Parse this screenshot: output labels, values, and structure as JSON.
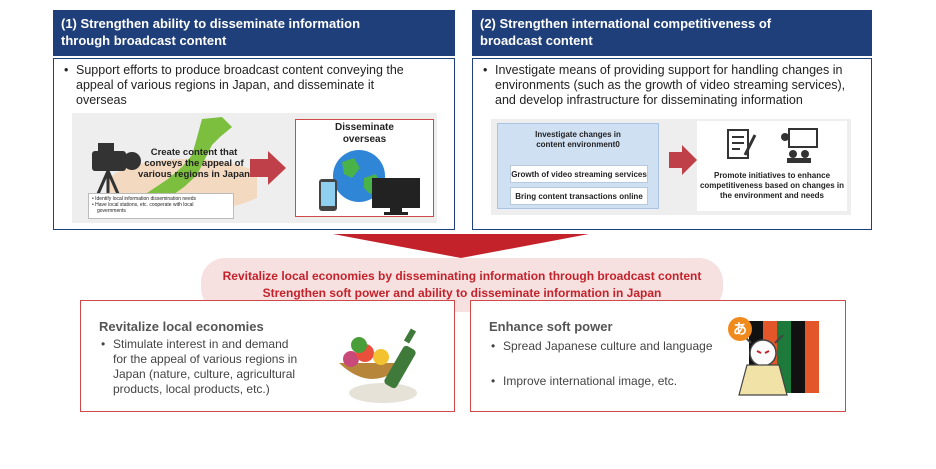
{
  "left": {
    "header": [
      "(1) Strengthen ability to disseminate information",
      "through broadcast content"
    ],
    "bullet": [
      "Support efforts to produce broadcast content conveying the",
      "appeal of various regions in Japan, and disseminate it",
      "overseas"
    ],
    "create_label": [
      "Create content that",
      "conveys the appeal of",
      "various regions in Japan"
    ],
    "notes": [
      "• Identify local information dissemination needs",
      "• Have local stations, etc. cooperate with local",
      "governments"
    ],
    "disseminate_label": [
      "Disseminate",
      "overseas"
    ]
  },
  "right": {
    "header": [
      "(2) Strengthen international competitiveness of",
      "broadcast content"
    ],
    "bullet": [
      "Investigate means of providing support for handling changes in",
      "environments (such as the growth of video streaming services),",
      "and develop infrastructure for disseminating information"
    ],
    "investigate_title": [
      "Investigate changes in",
      "content environment0"
    ],
    "investigate_items": [
      "Growth of video streaming services",
      "Bring content transactions online"
    ],
    "promote_label": [
      "Promote initiatives to enhance",
      "competitiveness based on changes in",
      "the environment and needs"
    ]
  },
  "banner": {
    "line1": "Revitalize local economies by disseminating information through broadcast content",
    "line2": "Strengthen soft power and ability to disseminate information in Japan"
  },
  "bottom_left": {
    "title": "Revitalize local economies",
    "bullet": [
      "Stimulate interest in and demand",
      "for the appeal of various regions in",
      "Japan (nature, culture, agricultural",
      "products, local products, etc.)"
    ]
  },
  "bottom_right": {
    "title": "Enhance soft power",
    "bullets": [
      "Spread Japanese culture and language",
      "Improve international image, etc."
    ],
    "badge_char": "あ"
  },
  "colors": {
    "navy": "#1f3f7a",
    "accent_red": "#c4222b",
    "box_red": "#d04848"
  }
}
